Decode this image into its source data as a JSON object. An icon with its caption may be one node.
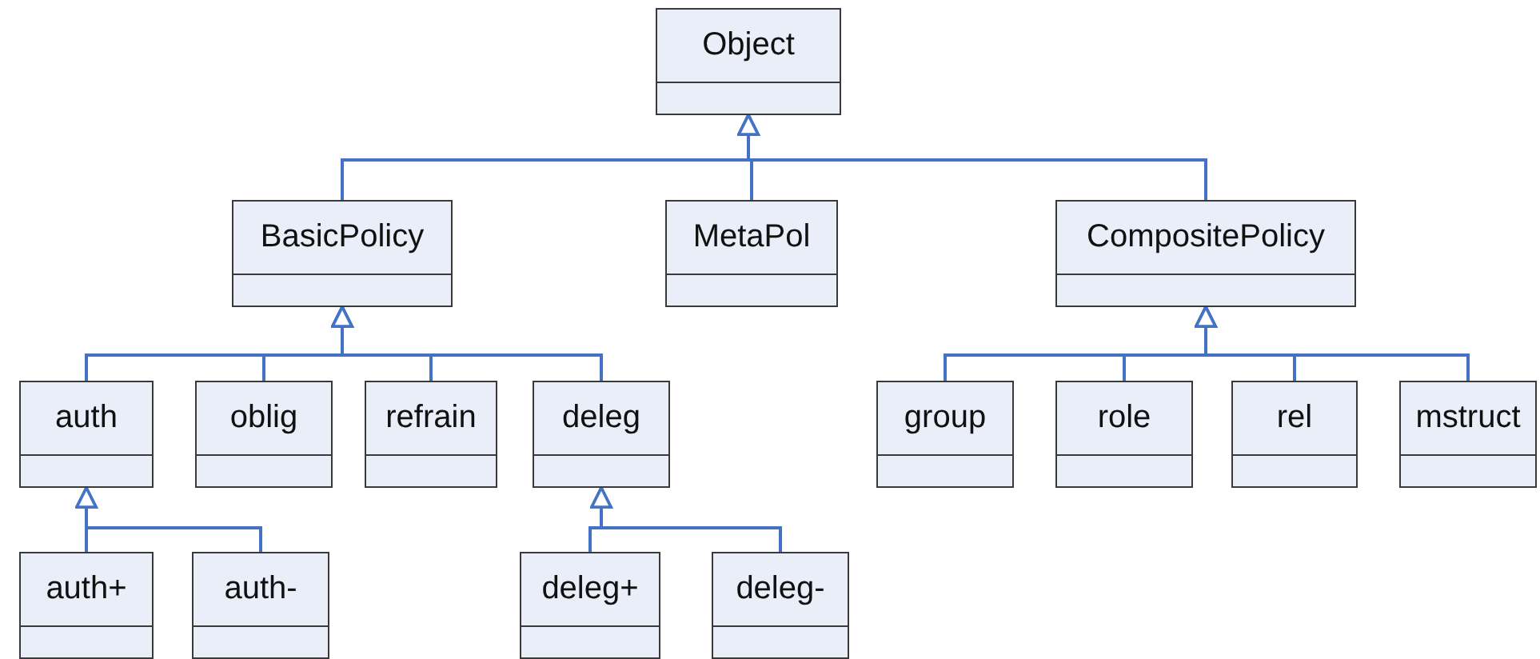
{
  "diagram": {
    "nodes": [
      {
        "text": [
          "Object"
        ]
      },
      {
        "text": [
          "BasicPolicy"
        ]
      },
      {
        "text": [
          "MetaPol"
        ]
      },
      {
        "text": [
          "CompositePolicy"
        ]
      },
      {
        "text": [
          "auth"
        ]
      },
      {
        "text": [
          "oblig"
        ]
      },
      {
        "text": [
          "refrain"
        ]
      },
      {
        "text": [
          "deleg"
        ]
      },
      {
        "text": [
          "group"
        ]
      },
      {
        "text": [
          "role"
        ]
      },
      {
        "text": [
          "rel"
        ]
      },
      {
        "text": [
          "mstruct"
        ]
      },
      {
        "text": [
          "auth+"
        ]
      },
      {
        "text": [
          "auth-"
        ]
      },
      {
        "text": [
          "deleg+"
        ]
      },
      {
        "text": [
          "deleg-"
        ]
      }
    ],
    "edges": [
      {
        "from": 1,
        "to": 0,
        "arrow": "to"
      },
      {
        "from": 2,
        "to": 0,
        "arrow": "to"
      },
      {
        "from": 3,
        "to": 0,
        "arrow": "to"
      },
      {
        "from": 4,
        "to": 1,
        "arrow": "to"
      },
      {
        "from": 5,
        "to": 1,
        "arrow": "to"
      },
      {
        "from": 6,
        "to": 1,
        "arrow": "to"
      },
      {
        "from": 7,
        "to": 1,
        "arrow": "to"
      },
      {
        "from": 8,
        "to": 3,
        "arrow": "to"
      },
      {
        "from": 9,
        "to": 3,
        "arrow": "to"
      },
      {
        "from": 10,
        "to": 3,
        "arrow": "to"
      },
      {
        "from": 11,
        "to": 3,
        "arrow": "to"
      },
      {
        "from": 12,
        "to": 4,
        "arrow": "to"
      },
      {
        "from": 13,
        "to": 4,
        "arrow": "to"
      },
      {
        "from": 14,
        "to": 7,
        "arrow": "to"
      },
      {
        "from": 15,
        "to": 7,
        "arrow": "to"
      }
    ]
  }
}
